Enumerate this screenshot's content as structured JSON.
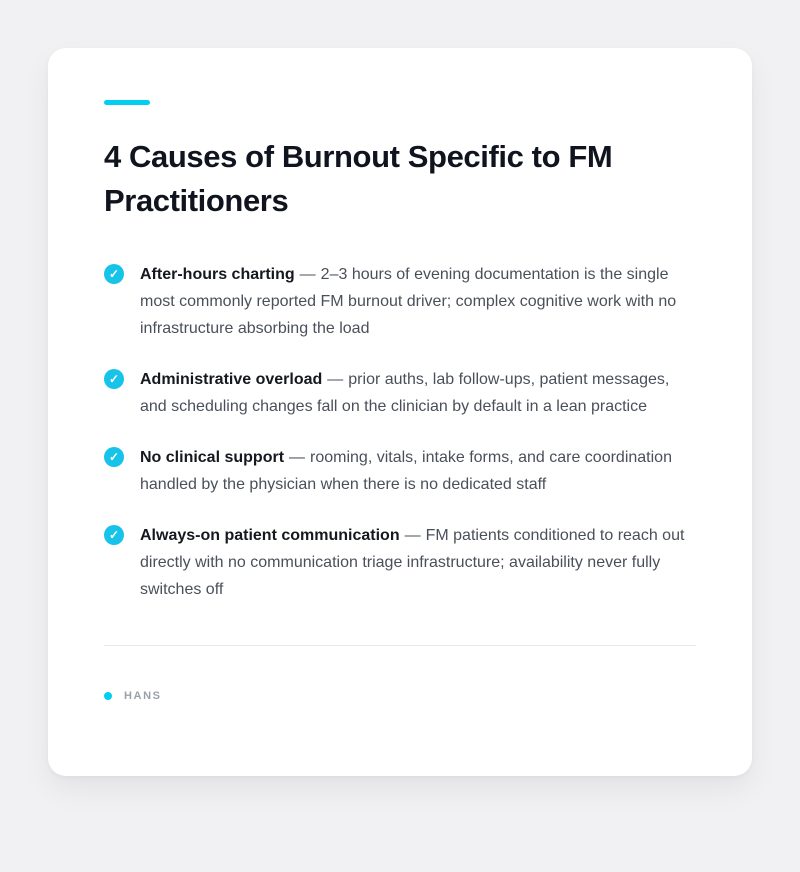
{
  "colors": {
    "accent": "#00CFF2",
    "check": "#17C3E9",
    "page-bg": "#F1F1F3",
    "card-bg": "#FFFFFF",
    "title": "#10141F",
    "body": "#4A505A",
    "lead": "#15181F",
    "divider": "#E8E9EB",
    "brand": "#9AA1AA"
  },
  "icons": {
    "check": "✓"
  },
  "dash": "—",
  "header": {
    "title": "4 Causes of Burnout Specific to FM Practitioners"
  },
  "list": {
    "items": [
      {
        "lead": "After-hours charting",
        "body": "2–3 hours of evening documentation is the single most commonly reported FM burnout driver; complex cognitive work with no infrastructure absorbing the load"
      },
      {
        "lead": "Administrative overload",
        "body": "prior auths, lab follow-ups, patient messages, and scheduling changes fall on the clinician by default in a lean practice"
      },
      {
        "lead": "No clinical support",
        "body": "rooming, vitals, intake forms, and care coordination handled by the physician when there is no dedicated staff"
      },
      {
        "lead": "Always-on patient communication",
        "body": "FM patients conditioned to reach out directly with no communication triage infrastructure; availability never fully switches off"
      }
    ]
  },
  "footer": {
    "brand": "HANS"
  }
}
